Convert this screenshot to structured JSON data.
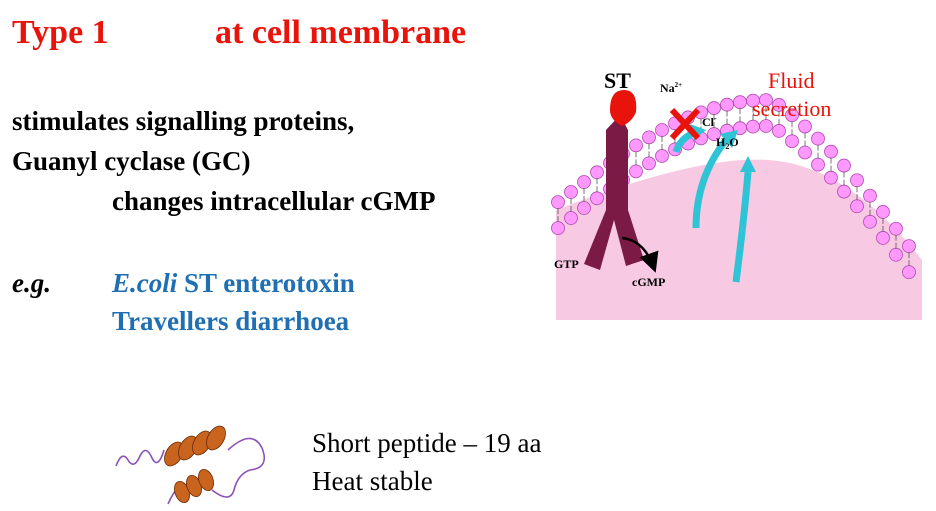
{
  "title": {
    "type": "Type 1",
    "location": "at cell membrane",
    "color": "#e8140c"
  },
  "description": {
    "line1": "stimulates signalling proteins,",
    "line2": "Guanyl cyclase (GC)",
    "line3": "changes intracellular cGMP"
  },
  "example": {
    "prefix": "e.g.",
    "organism": "E.coli",
    "toxin": " ST enterotoxin",
    "disease": "Travellers diarrhoea",
    "color": "#1f6fb2"
  },
  "figure": {
    "st": "ST",
    "na": "Na",
    "na_sup": "2+",
    "cl": "Cl",
    "cl_sup": "-",
    "h2o": "H",
    "h2o_sub": "2",
    "h2o_end": "O",
    "gtp": "GTP",
    "cgmp": "cGMP",
    "fluid_line1": "Fluid",
    "fluid_line2": "secretion",
    "fluid_color": "#e8140c",
    "receptor_color": "#7a1a45",
    "ligand_color": "#e8140c",
    "arrow_color": "#2ec4d6",
    "membrane_color": "#ff99ff",
    "cytoplasm_color": "#f7c9e3"
  },
  "peptide": {
    "line1": "Short peptide – 19 aa",
    "line2": "Heat stable",
    "helix_color": "#c8641e",
    "chain_color": "#8a52b8"
  }
}
